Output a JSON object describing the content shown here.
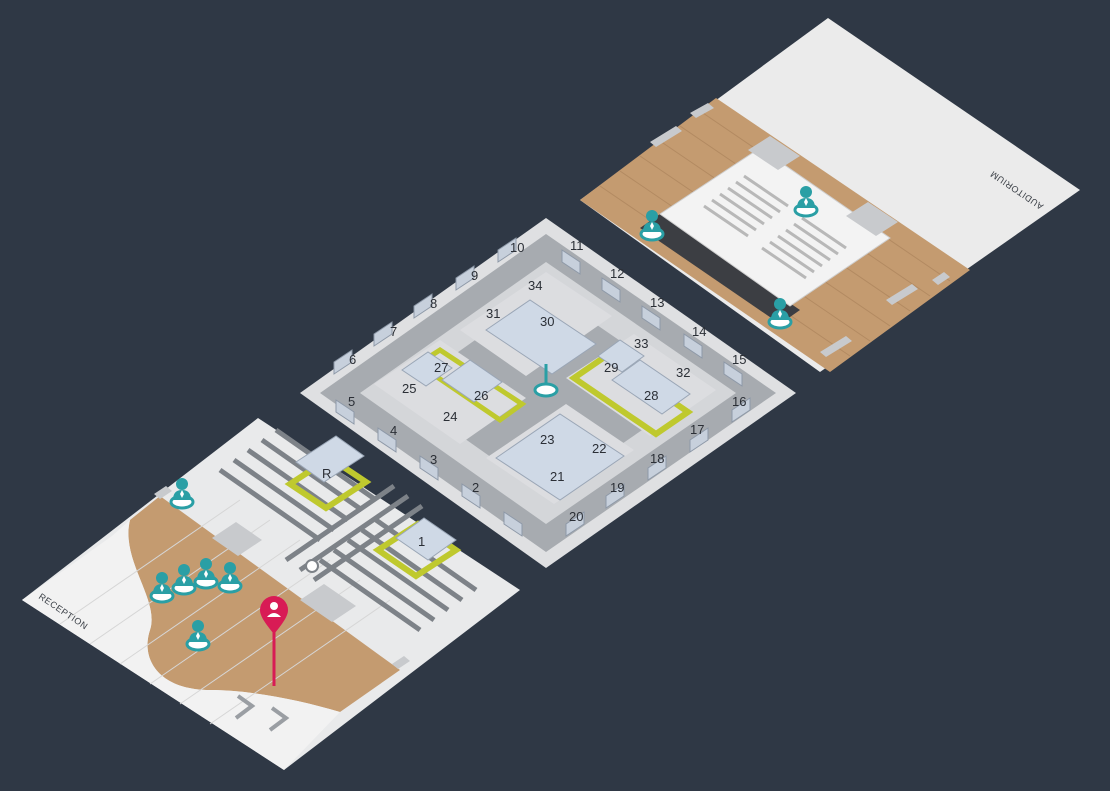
{
  "map": {
    "areas": {
      "auditorium": {
        "label": "AUDITORIUM"
      },
      "reception": {
        "label": "RECEPTION"
      }
    },
    "booths": [
      "1",
      "2",
      "3",
      "4",
      "5",
      "6",
      "7",
      "8",
      "9",
      "10",
      "11",
      "12",
      "13",
      "14",
      "15",
      "16",
      "17",
      "18",
      "19",
      "20",
      "21",
      "22",
      "23",
      "24",
      "25",
      "26",
      "27",
      "28",
      "29",
      "30",
      "31",
      "32",
      "33",
      "34"
    ],
    "special_booths": [
      "R"
    ],
    "colors": {
      "background": "#2f3845",
      "floor": "#e6e7e8",
      "aisle": "#a9adb1",
      "wood": "#c9a27a",
      "accent_yellow": "#bfc92e",
      "staff_marker": "#2a9fa5",
      "location_pin": "#d81b55"
    },
    "markers": [
      {
        "name": "staff-marker",
        "icon": "person-icon"
      },
      {
        "name": "you-are-here-pin",
        "icon": "location-pin-icon"
      }
    ]
  }
}
